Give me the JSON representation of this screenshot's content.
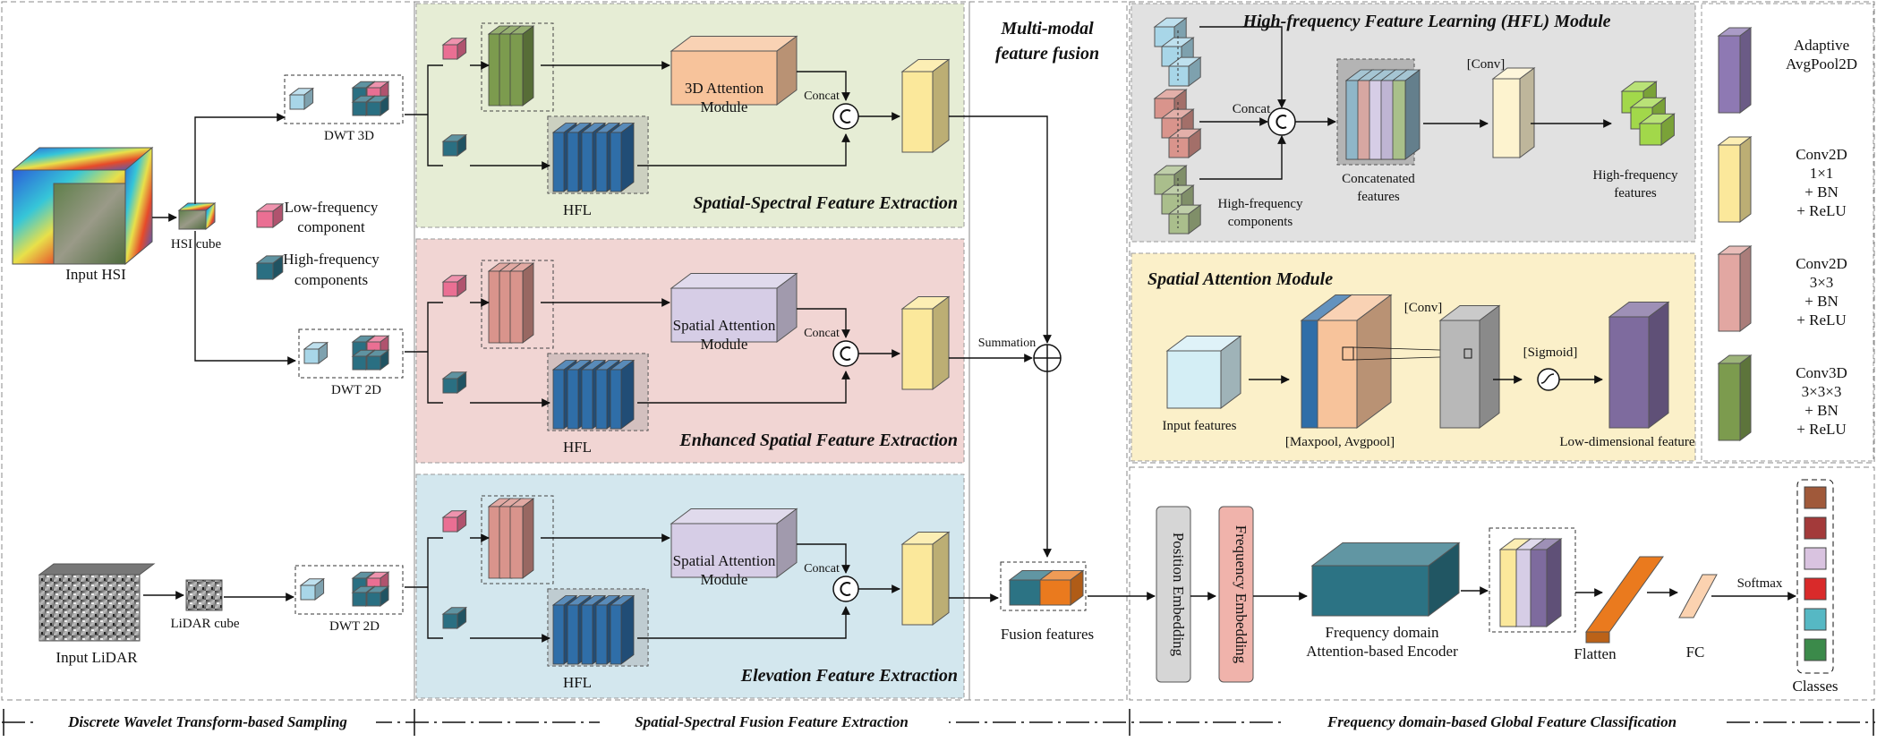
{
  "colors": {
    "green_panel": "#e6edd5",
    "red_panel": "#f1d5d3",
    "blue_panel": "#d3e7ee",
    "gray_panel": "#e1e1e1",
    "yellow_panel": "#fbf0c9",
    "pink_cube": "#ea6f93",
    "teal_cube": "#2a6f82",
    "light_blue_cube": "#a8d6e8",
    "olive": "#7c9b4e",
    "salmon": "#d9948c",
    "hfl_blue": "#2f6ea8",
    "orange_block": "#f7c39b",
    "lavender_block": "#d6cde6",
    "yellow_block": "#fbe89b",
    "purple_block": "#7e6b9e",
    "teal_block": "#2c7384",
    "orange_bar": "#ea7a1e"
  },
  "sections": {
    "sampling": "Discrete Wavelet Transform-based Sampling",
    "fusion": "Spatial-Spectral Fusion Feature Extraction",
    "classification": "Frequency domain-based Global Feature Classification"
  },
  "sampling": {
    "input_hsi": "Input HSI",
    "hsi_cube": "HSI cube",
    "input_lidar": "Input LiDAR",
    "lidar_cube": "LiDAR cube",
    "dwt3d": "DWT 3D",
    "dwt2d_a": "DWT 2D",
    "dwt2d_b": "DWT 2D",
    "legend_low_1": "Low-frequency",
    "legend_low_2": "component",
    "legend_high_1": "High-frequency",
    "legend_high_2": "components"
  },
  "branches": {
    "ssfe": {
      "title": "Spatial-Spectral Feature Extraction",
      "module_1": "3D Attention",
      "module_2": "Module",
      "concat": "Concat",
      "hfl": "HFL"
    },
    "esfe": {
      "title": "Enhanced Spatial Feature Extraction",
      "module_1": "Spatial Attention",
      "module_2": "Module",
      "concat": "Concat",
      "hfl": "HFL"
    },
    "efe": {
      "title": "Elevation Feature Extraction",
      "module_1": "Spatial Attention",
      "module_2": "Module",
      "concat": "Concat",
      "hfl": "HFL"
    }
  },
  "fusion": {
    "title_1": "Multi-modal",
    "title_2": "feature fusion",
    "summation": "Summation",
    "fusion_features": "Fusion features"
  },
  "hfl_module": {
    "title": "High-frequency Feature Learning (HFL) Module",
    "concat": "Concat",
    "conv": "[Conv]",
    "hf_comp_1": "High-frequency",
    "hf_comp_2": "components",
    "concat_feat_1": "Concatenated",
    "concat_feat_2": "features",
    "hf_feat_1": "High-frequency",
    "hf_feat_2": "features"
  },
  "sam": {
    "title": "Spatial Attention Module",
    "input": "Input features",
    "pool": "[Maxpool, Avgpool]",
    "conv": "[Conv]",
    "sigmoid": "[Sigmoid]",
    "output": "Low-dimensional feature"
  },
  "legend": [
    {
      "lines": [
        "Adaptive",
        "AvgPool2D"
      ],
      "color": "#8e79b3"
    },
    {
      "lines": [
        "Conv2D",
        "1×1",
        "+ BN",
        "+ ReLU"
      ],
      "color": "#fbe89b"
    },
    {
      "lines": [
        "Conv2D",
        "3×3",
        "+ BN",
        "+ ReLU"
      ],
      "color": "#e2a7a2"
    },
    {
      "lines": [
        "Conv3D",
        "3×3×3",
        "+ BN",
        "+ ReLU"
      ],
      "color": "#7c9b4e"
    }
  ],
  "classifier": {
    "position_embedding": "Position Embedding",
    "frequency_embedding": "Frequency Embedding",
    "encoder_1": "Frequency domain",
    "encoder_2": "Attention-based Encoder",
    "flatten": "Flatten",
    "fc": "FC",
    "softmax": "Softmax",
    "classes": "Classes",
    "class_colors": [
      "#a0593a",
      "#a33a3a",
      "#d9c3e0",
      "#d92a2a",
      "#56b8c4",
      "#3b8a4a"
    ]
  }
}
